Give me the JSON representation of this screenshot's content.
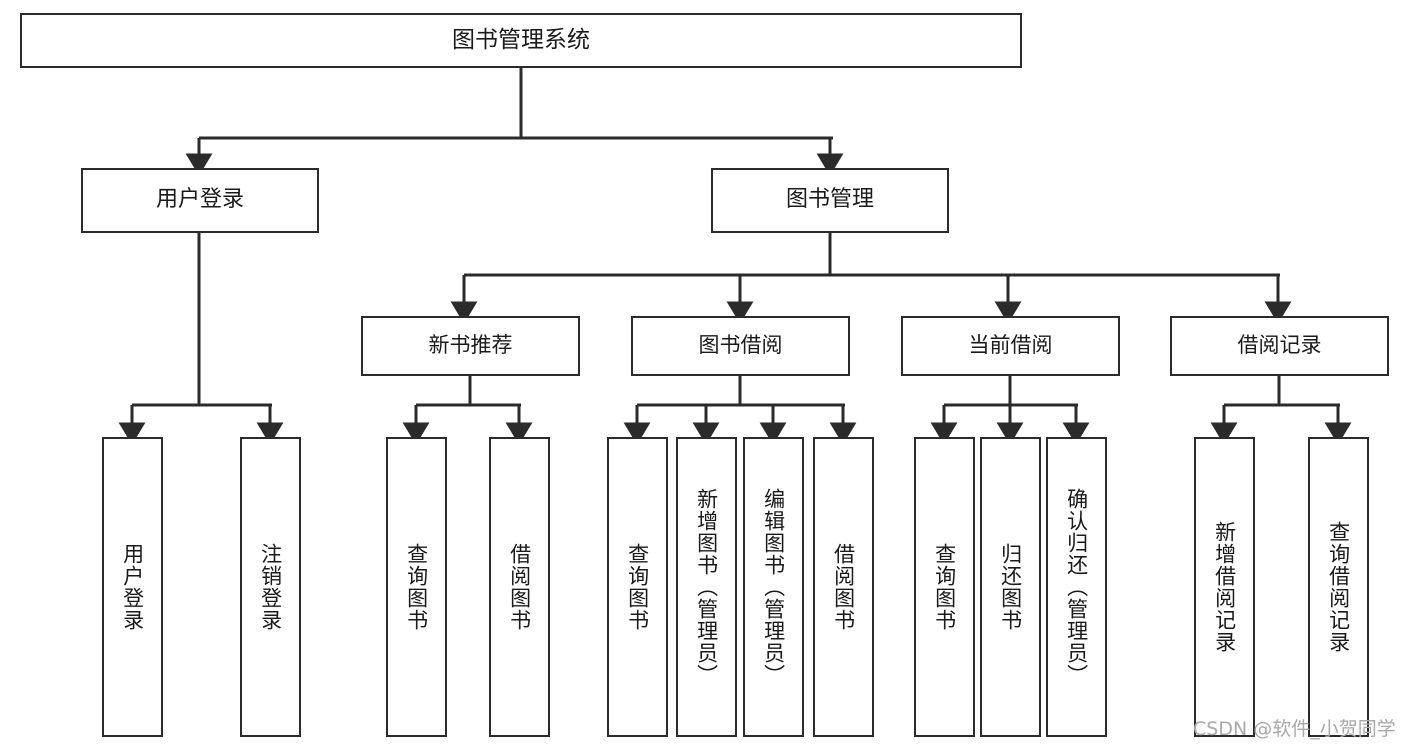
{
  "diagram": {
    "title": "图书管理系统",
    "type": "tree",
    "orientation": "top-down",
    "colors": {
      "box_border": "#2b2b2b",
      "box_fill": "#ffffff",
      "edge": "#2b2b2b",
      "text": "#1a1a1a",
      "watermark": "#a9a9a9",
      "background": "#ffffff"
    },
    "watermark": "CSDN @软件_小贺同学",
    "nodes": {
      "root": {
        "label": "图书管理系统"
      },
      "level1": [
        {
          "label": "用户登录"
        },
        {
          "label": "图书管理"
        }
      ],
      "level2": [
        {
          "label": "新书推荐"
        },
        {
          "label": "图书借阅"
        },
        {
          "label": "当前借阅"
        },
        {
          "label": "借阅记录"
        }
      ],
      "leaves_user_login": [
        {
          "label": "用户登录"
        },
        {
          "label": "注销登录"
        }
      ],
      "leaves_new_book": [
        {
          "label": "查询图书"
        },
        {
          "label": "借阅图书"
        }
      ],
      "leaves_borrow": [
        {
          "label": "查询图书"
        },
        {
          "label": "新增图书（管理员）"
        },
        {
          "label": "编辑图书（管理员）"
        },
        {
          "label": "借阅图书"
        }
      ],
      "leaves_current": [
        {
          "label": "查询图书"
        },
        {
          "label": "归还图书"
        },
        {
          "label": "确认归还（管理员）"
        }
      ],
      "leaves_record": [
        {
          "label": "新增借阅记录"
        },
        {
          "label": "查询借阅记录"
        }
      ]
    }
  }
}
